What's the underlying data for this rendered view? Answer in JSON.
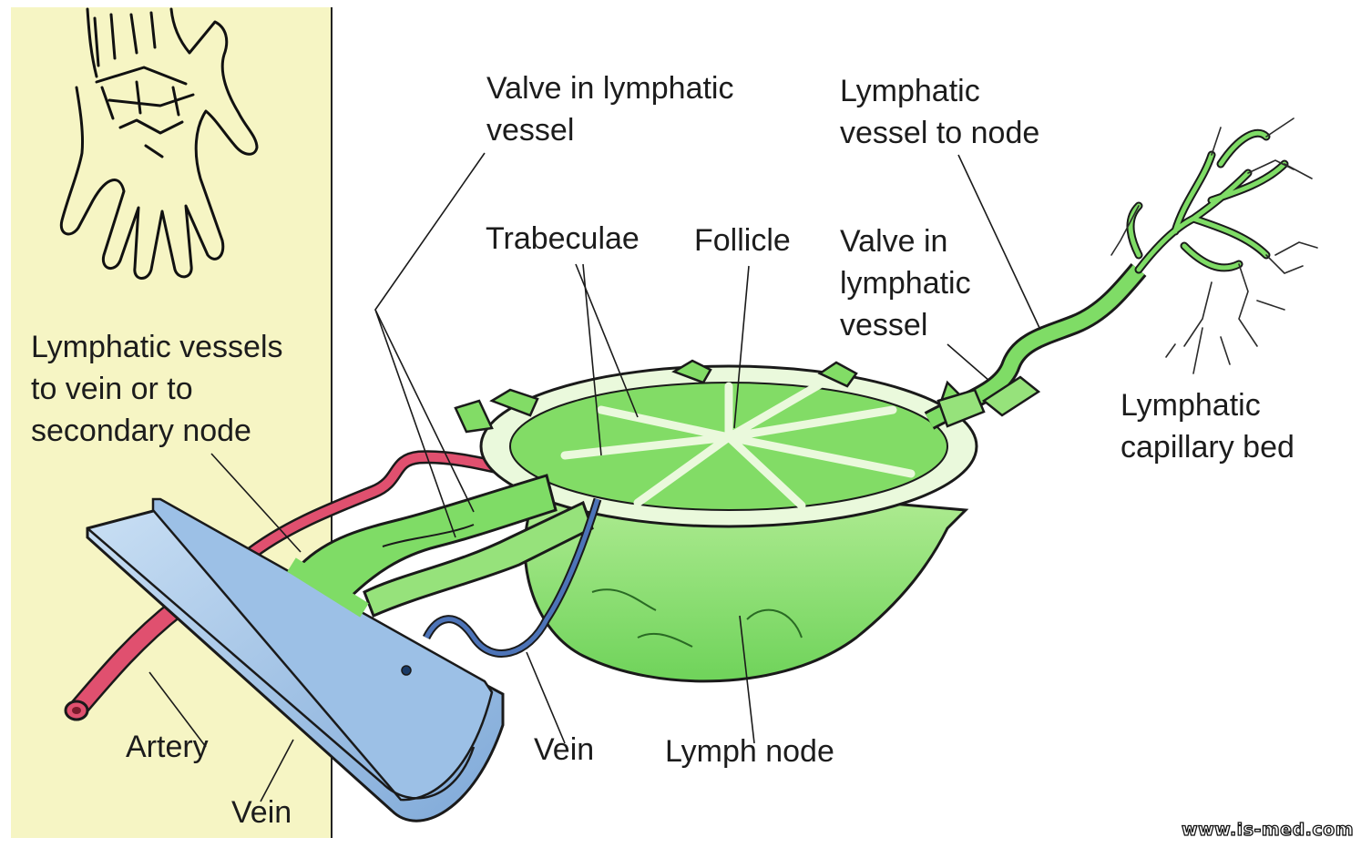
{
  "labels": {
    "valve_vessel_left": [
      "Valve in lymphatic",
      "vessel"
    ],
    "lymphatic_vessel_to_node": [
      "Lymphatic",
      "vessel to node"
    ],
    "trabeculae": "Trabeculae",
    "follicle": "Follicle",
    "valve_vessel_right": [
      "Valve in",
      "lymphatic",
      "vessel"
    ],
    "lymphatic_vessels_to_vein": [
      "Lymphatic vessels",
      "to vein or to",
      "secondary node"
    ],
    "lymphatic_capillary_bed": [
      "Lymphatic",
      "capillary bed"
    ],
    "artery": "Artery",
    "vein_trough": "Vein",
    "vein_small": "Vein",
    "lymph_node": "Lymph node"
  },
  "watermark": "www.is-med.com",
  "colors": {
    "background_panel": "#f6f5c4",
    "lymph_tissue": "#7fdc66",
    "lymph_tissue_light": "#b8ef9f",
    "vein": "#a9c9ea",
    "vein_dark": "#5d8fc3",
    "artery": "#e0506f",
    "small_vein": "#4d74b8",
    "outline": "#1a1a1a"
  }
}
